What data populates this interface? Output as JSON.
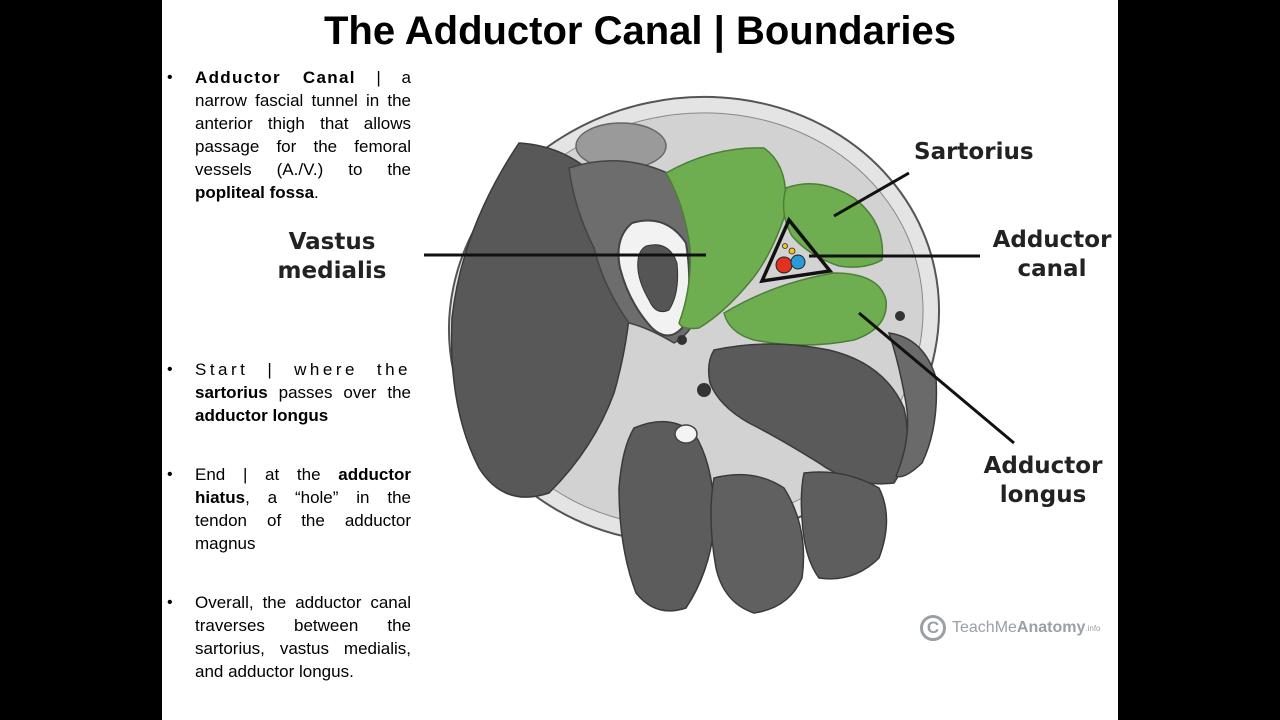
{
  "title": "The Adductor Canal | Boundaries",
  "bullets": [
    {
      "lead": "Adductor Canal",
      "sep": " | ",
      "text": "a narrow fascial tunnel in the anterior thigh that allows passage for the femoral vessels (A./V.) to the ",
      "strong_end": "popliteal fossa",
      "end": "."
    },
    {
      "part1": "Start | where the ",
      "strong1": "sartorius",
      "part2": " passes over the ",
      "strong2": "adductor longus"
    },
    {
      "part1": "End | at the ",
      "strong1": "adductor hiatus",
      "part2": ", a “hole” in the tendon of the adductor magnus"
    },
    {
      "text": "Overall, the adductor canal traverses between the sartorius, vastus medialis, and adductor longus."
    }
  ],
  "labels": {
    "sartorius": "Sartorius",
    "vastus_line1": "Vastus",
    "vastus_line2": "medialis",
    "canal_line1": "Adductor",
    "canal_line2": "canal",
    "longus_line1": "Adductor",
    "longus_line2": "longus"
  },
  "logo": {
    "symbol": "C",
    "text_plain": "TeachMe",
    "text_bold": "Anatomy",
    "suffix": ".info"
  },
  "colors": {
    "muscle_highlight": "#6fae50",
    "muscle_dark": "#555555",
    "muscle_mid": "#6b6b6b",
    "artery": "#e2321f",
    "vein": "#2a9bd6",
    "nerve": "#f2c71c"
  }
}
